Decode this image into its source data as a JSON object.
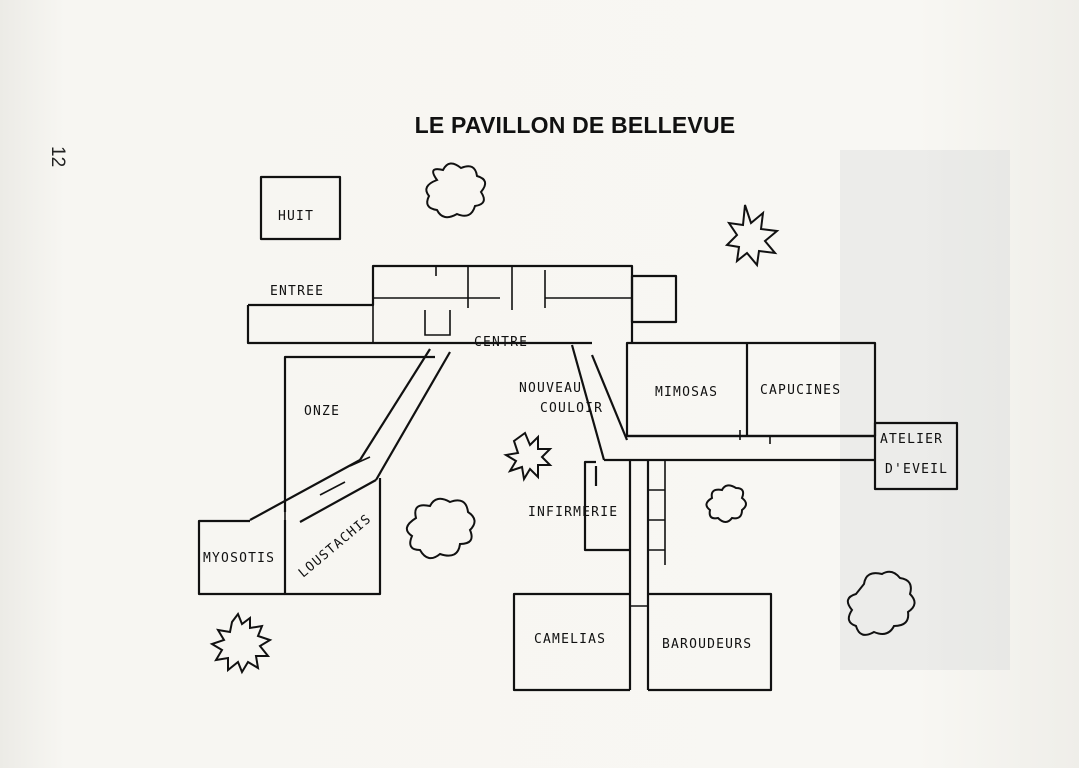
{
  "page": {
    "number": "12",
    "title": "LE PAVILLON DE BELLEVUE"
  },
  "rooms": {
    "huit": "HUIT",
    "entree": "ENTREE",
    "centre": "CENTRE",
    "onze": "ONZE",
    "nouveau": "NOUVEAU",
    "couloir": "COULOIR",
    "mimosas": "MIMOSAS",
    "capucines": "CAPUCINES",
    "atelier": "ATELIER",
    "deveil": "D'EVEIL",
    "infirmerie": "INFIRMERIE",
    "myosotis": "MYOSOTIS",
    "loustachis": "LOUSTACHIS",
    "camelias": "CAMELIAS",
    "baroudeurs": "BAROUDEURS"
  },
  "colors": {
    "ink": "#111111",
    "paper": "#f7f6f2"
  }
}
